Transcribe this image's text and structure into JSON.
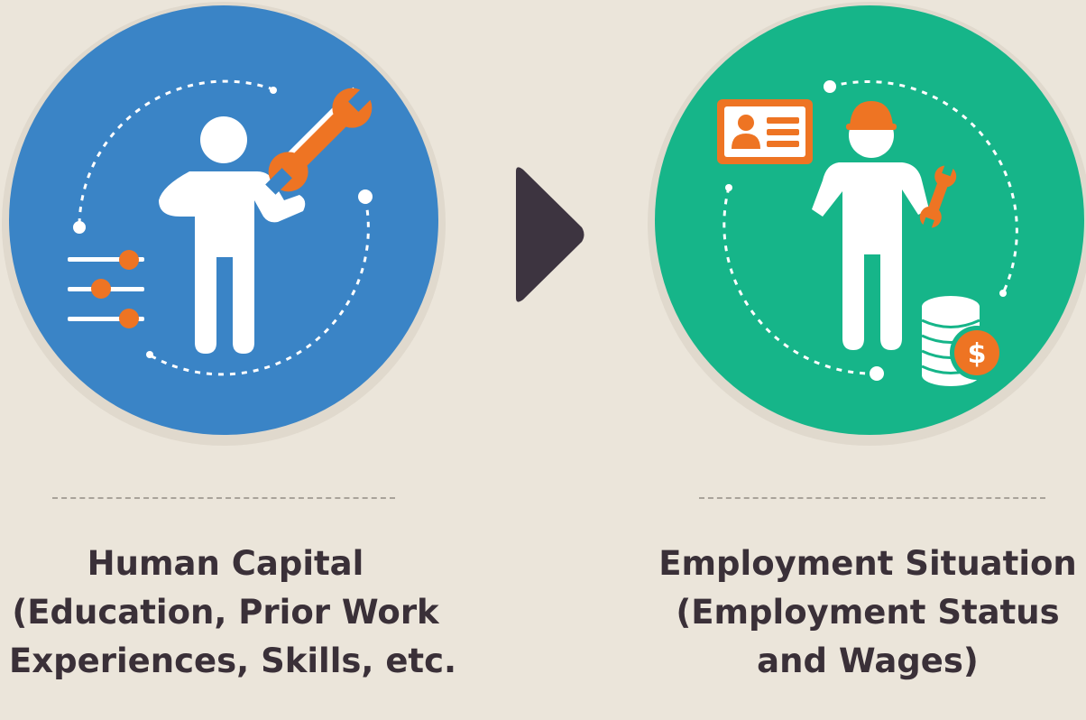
{
  "colors": {
    "background": "#ebe5da",
    "left_circle": "#3a84c6",
    "right_circle": "#16b589",
    "accent": "#ee7423",
    "arrow": "#3d3440",
    "text": "#3a3038",
    "figure": "#ffffff"
  },
  "left": {
    "icons": [
      "person-icon",
      "wrench-icon",
      "pencil-icon",
      "sliders-icon"
    ],
    "title_lines": [
      "Human Capital",
      "(Education, Prior Work",
      "Experiences, Skills, etc."
    ]
  },
  "right": {
    "icons": [
      "worker-icon",
      "hard-hat-icon",
      "wrench-icon",
      "id-card-icon",
      "coins-icon",
      "dollar-icon"
    ],
    "title_lines": [
      "Employment Situation",
      "(Employment Status",
      "and Wages)"
    ]
  },
  "connector": {
    "icon": "arrow-right-icon"
  }
}
